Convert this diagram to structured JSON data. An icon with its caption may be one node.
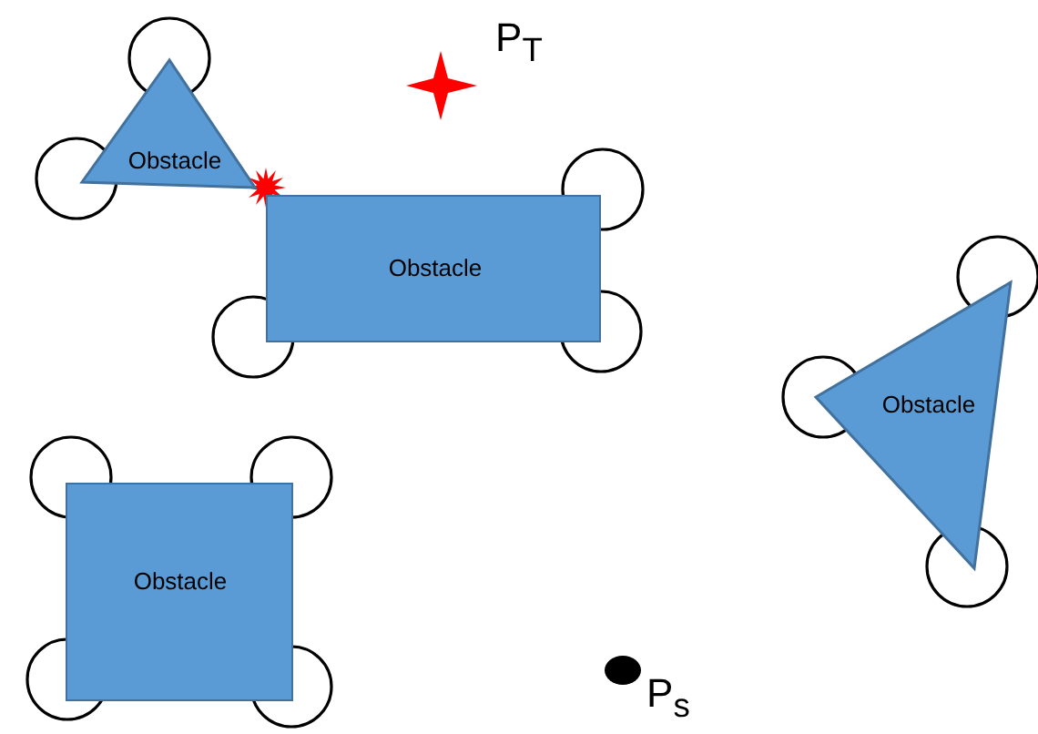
{
  "diagram": {
    "nodes": [
      {
        "text": [
          "Obstacle"
        ]
      },
      {
        "text": [
          "Obstacle"
        ]
      },
      {
        "text": [
          "Obstacle"
        ]
      },
      {
        "text": [
          "Obstacle"
        ]
      }
    ],
    "edges": [],
    "labels": [
      "P$_{T}$",
      "P$_{s}$"
    ]
  }
}
